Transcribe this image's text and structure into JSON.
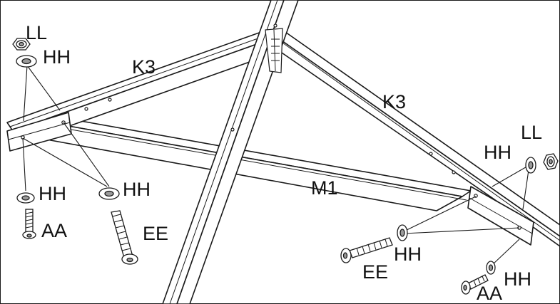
{
  "diagram": {
    "labels": {
      "ll_top_left": "LL",
      "hh_top_left": "HH",
      "k3_left": "K3",
      "k3_right": "K3",
      "ll_right": "LL",
      "hh_right_upper": "HH",
      "m1": "M1",
      "hh_left_mid_a": "HH",
      "hh_left_mid_b": "HH",
      "aa_left": "AA",
      "ee_left": "EE",
      "hh_right_bolt": "HH",
      "ee_right": "EE",
      "hh_right_lower": "HH",
      "aa_right": "AA"
    },
    "colors": {
      "line": "#1a1a1a",
      "fill": "#ffffff",
      "hardware_fill": "#9a9a9a"
    }
  }
}
